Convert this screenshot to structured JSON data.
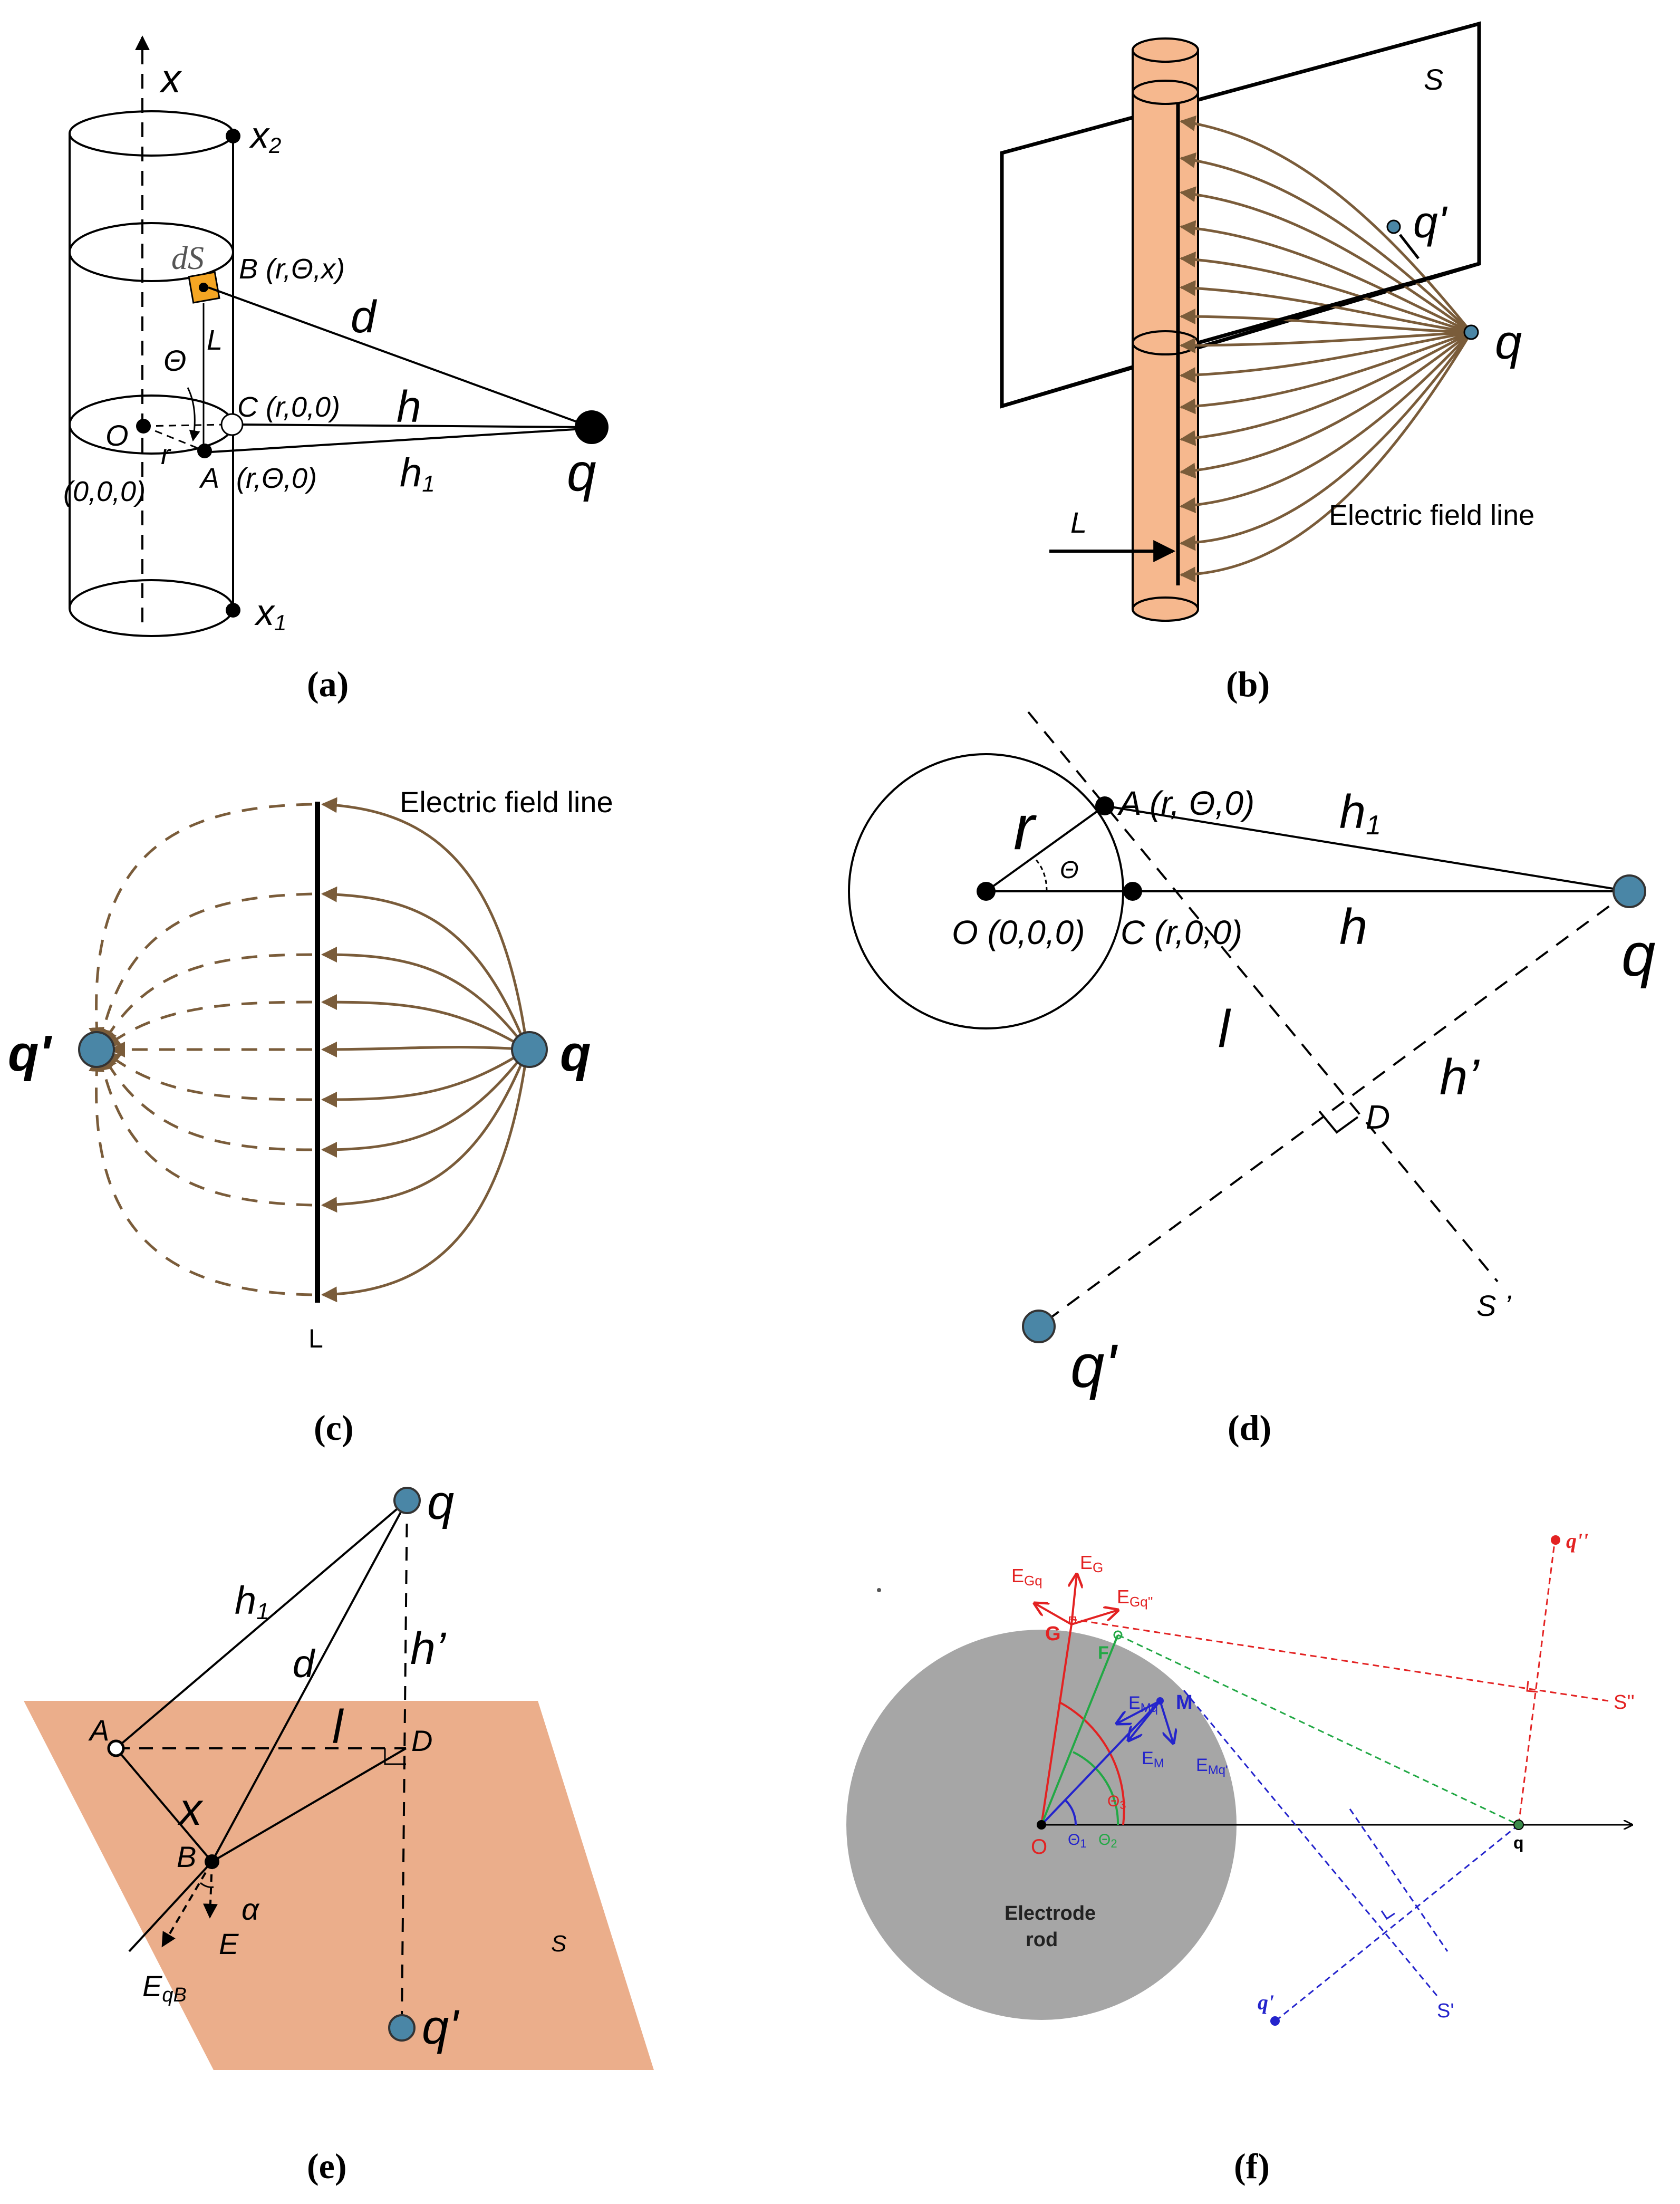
{
  "colors": {
    "field_line": "#7a5c3a",
    "rod_fill": "#f6b88e",
    "plane_fill": "#e9a57e",
    "charge_fill": "#4a86a6",
    "electrode_fill": "#a6a6a6",
    "red": "#e32222",
    "green": "#22a845",
    "blue": "#2424cc"
  },
  "panel_a": {
    "caption": "(a)",
    "x_axis": "x",
    "x2": "x",
    "x2_sub": "2",
    "x1": "x",
    "x1_sub": "1",
    "dS": "dS",
    "B": "B (r,Θ,x)",
    "L": "L",
    "theta": "Θ",
    "O": "O",
    "C": "C (r,0,0)",
    "r": "r",
    "A": "A",
    "A_coords": "(r,Θ,0)",
    "origin": "(0,0,0)",
    "d": "d",
    "h": "h",
    "h1": "h",
    "h1_sub": "1",
    "q": "q"
  },
  "panel_b": {
    "caption": "(b)",
    "S": "S",
    "q_prime": "q'",
    "q": "q",
    "L": "L",
    "field_label": "Electric field line"
  },
  "panel_c": {
    "caption": "(c)",
    "field_label": "Electric field line",
    "q_prime": "q'",
    "q": "q",
    "L": "L"
  },
  "panel_d": {
    "caption": "(d)",
    "A": "A (r, Θ,0)",
    "r": "r",
    "theta": "Θ",
    "O": "O (0,0,0)",
    "C": "C (r,0,0)",
    "h1": "h",
    "h1_sub": "1",
    "h": "h",
    "q": "q",
    "l": "l",
    "h_prime": "h’",
    "D": "D",
    "S_prime": "S ’",
    "q_prime": "q'"
  },
  "panel_e": {
    "caption": "(e)",
    "q": "q",
    "h1": "h",
    "h1_sub": "1",
    "d": "d",
    "h_prime": "h’",
    "A": "A",
    "l": "l",
    "D": "D",
    "x": "x",
    "B": "B",
    "alpha": "α",
    "E": "E",
    "EqB": "E",
    "EqB_sub": "qB",
    "S": "S",
    "q_prime": "q'"
  },
  "panel_f": {
    "caption": "(f)",
    "E_G": "E",
    "E_G_sub": "G",
    "E_Gq": "E",
    "E_Gq_sub": "Gq",
    "E_Gq2": "E",
    "E_Gq2_sub": "Gq''",
    "G": "G",
    "F": "F",
    "E_Mq": "E",
    "E_Mq_sub": "Mq",
    "M": "M",
    "E_M": "E",
    "E_M_sub": "M",
    "E_Mq2": "E",
    "E_Mq2_sub": "Mq'",
    "theta3": "Θ",
    "theta3_sub": "3",
    "O": "O",
    "theta1": "Θ",
    "theta1_sub": "1",
    "theta2": "Θ",
    "theta2_sub": "2",
    "q": "q",
    "q_dbl": "q''",
    "S_dbl": "S''",
    "electrode": "Electrode",
    "electrode2": "rod",
    "S_prime": "S'",
    "q_prime": "q'"
  }
}
